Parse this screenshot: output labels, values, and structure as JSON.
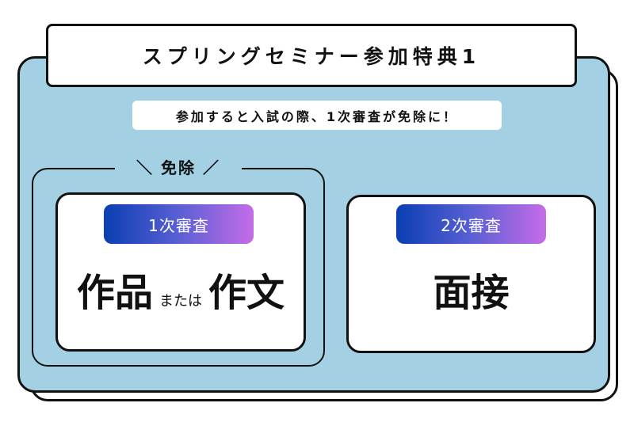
{
  "title": "スプリングセミナー参加特典1",
  "subtitle": "参加すると入試の際、1次審査が免除に！",
  "exempt_label": "＼ 免除 ／",
  "stages": [
    {
      "badge": "1次審査",
      "option_a": "作品",
      "connector": "または",
      "option_b": "作文"
    },
    {
      "badge": "2次審査",
      "main": "面接"
    }
  ],
  "colors": {
    "card_background": "#a3d1e3",
    "badge_gradient_start": "#0a3fb3",
    "badge_gradient_end": "#c56ce8"
  }
}
